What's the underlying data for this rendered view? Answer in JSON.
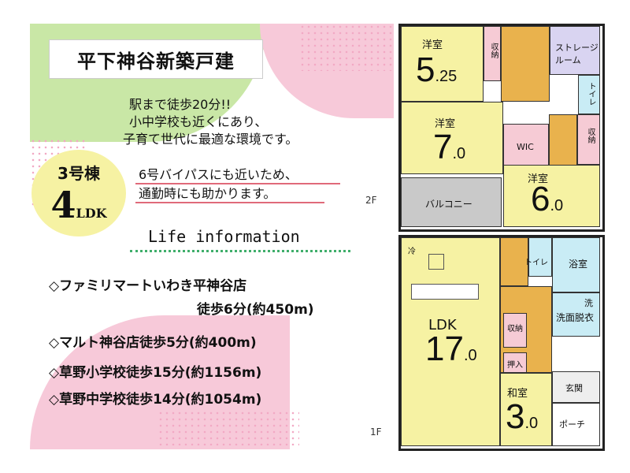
{
  "title": "平下神谷新築戸建",
  "building": {
    "number": "3号棟",
    "ldk_number": "4",
    "ldk_suffix": "LDK"
  },
  "catch_lines": [
    "駅まで徒歩20分!!",
    "小中学校も近くにあり、",
    "子育て世代に最適な環境です。"
  ],
  "catch_lines2": [
    "6号バイパスにも近いため、",
    "通勤時にも助かります。"
  ],
  "life_title": "Life information",
  "info": [
    "◇ファミリマートいわき平神谷店",
    "徒歩6分(約450m)",
    "◇マルト神谷店徒歩5分(約400m)",
    "◇草野小学校徒歩15分(約1156m)",
    "◇草野中学校徒歩14分(約1054m)"
  ],
  "floor2": {
    "label": "2F",
    "rooms": {
      "r1": {
        "name": "洋室",
        "big": "5",
        "small": ".25"
      },
      "r2": {
        "name": "洋室",
        "big": "7",
        "small": ".0"
      },
      "r3": {
        "name": "洋室",
        "big": "6",
        "small": ".0"
      },
      "storage": "ストレージルーム",
      "closet1": "収納",
      "closet2": "収納",
      "wic": "WIC",
      "toilet": "トイレ",
      "balcony": "バルコニー"
    }
  },
  "floor1": {
    "label": "1F",
    "rooms": {
      "ldk": {
        "name": "LDK",
        "big": "17",
        "small": ".0"
      },
      "washitsu": {
        "name": "和室",
        "big": "3",
        "small": ".0"
      },
      "fridge": "冷",
      "toilet": "トイレ",
      "bath": "浴室",
      "sentaku": "洗",
      "washroom": "洗面脱衣",
      "closet": "収納",
      "oshiire": "押入",
      "genkan": "玄関",
      "porch": "ポーチ"
    }
  },
  "colors": {
    "green": "#c9e7a6",
    "pink": "#f7c9d9",
    "yellow": "#f6f2a3",
    "orange": "#e9b24d",
    "underline": "#e06a7a",
    "dots_green": "#3fae6b"
  }
}
